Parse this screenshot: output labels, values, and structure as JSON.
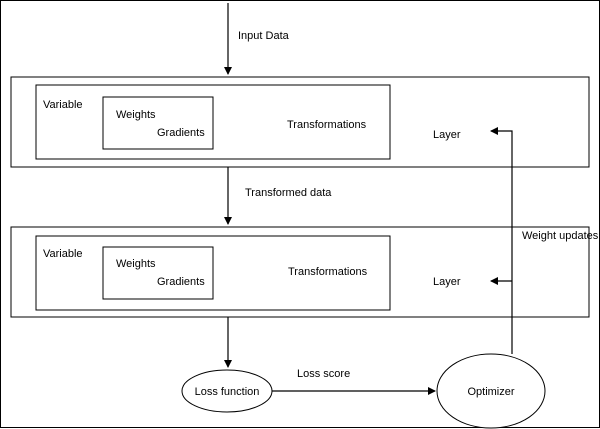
{
  "diagram": {
    "input_label": "Input Data",
    "transformed_label": "Transformed data",
    "weight_updates_label": "Weight updates",
    "loss_score_label": "Loss score",
    "layers": [
      {
        "variable_label": "Variable",
        "weights_label": "Weights",
        "gradients_label": "Gradients",
        "transformations_label": "Transformations",
        "layer_label": "Layer"
      },
      {
        "variable_label": "Variable",
        "weights_label": "Weights",
        "gradients_label": "Gradients",
        "transformations_label": "Transformations",
        "layer_label": "Layer"
      }
    ],
    "loss_function_label": "Loss function",
    "optimizer_label": "Optimizer"
  }
}
